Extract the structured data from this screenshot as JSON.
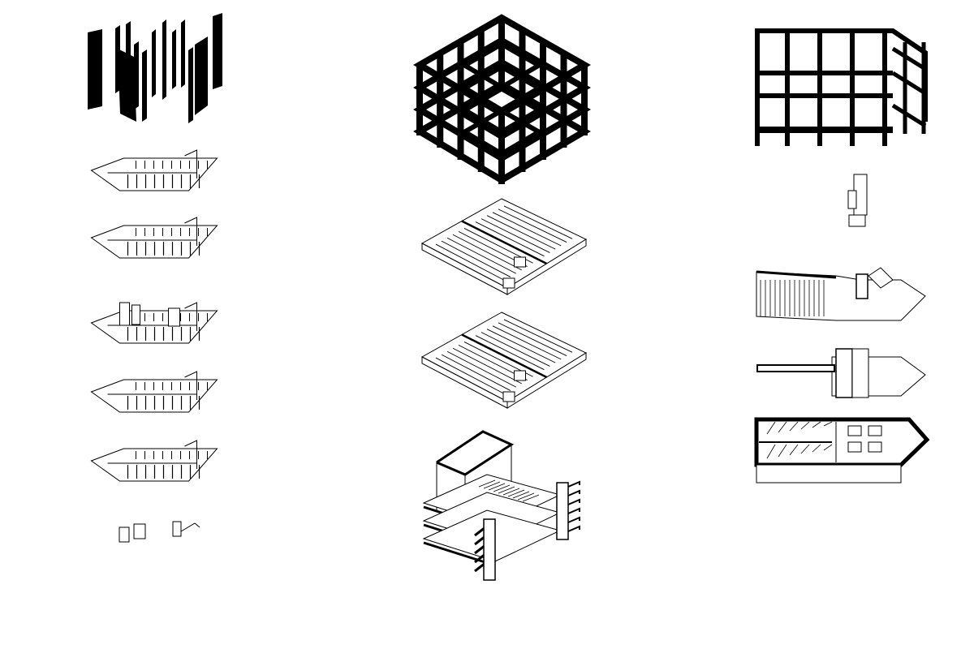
{
  "colors": {
    "ink": "#000000",
    "background": "#ffffff"
  },
  "columns": [
    {
      "name": "left-column",
      "panels": [
        "vertical-slabs",
        "floor-plate",
        "floor-plate",
        "floor-plate-with-cores",
        "floor-plate",
        "floor-plate",
        "core-fragments"
      ]
    },
    {
      "name": "middle-column",
      "panels": [
        "isometric-frame",
        "stacked-floor",
        "stacked-floor",
        "sectional-axonometric"
      ]
    },
    {
      "name": "right-column",
      "panels": [
        "frame-elevation",
        "small-core",
        "ramp-plan",
        "floor-plan",
        "enclosed-plan"
      ]
    }
  ]
}
